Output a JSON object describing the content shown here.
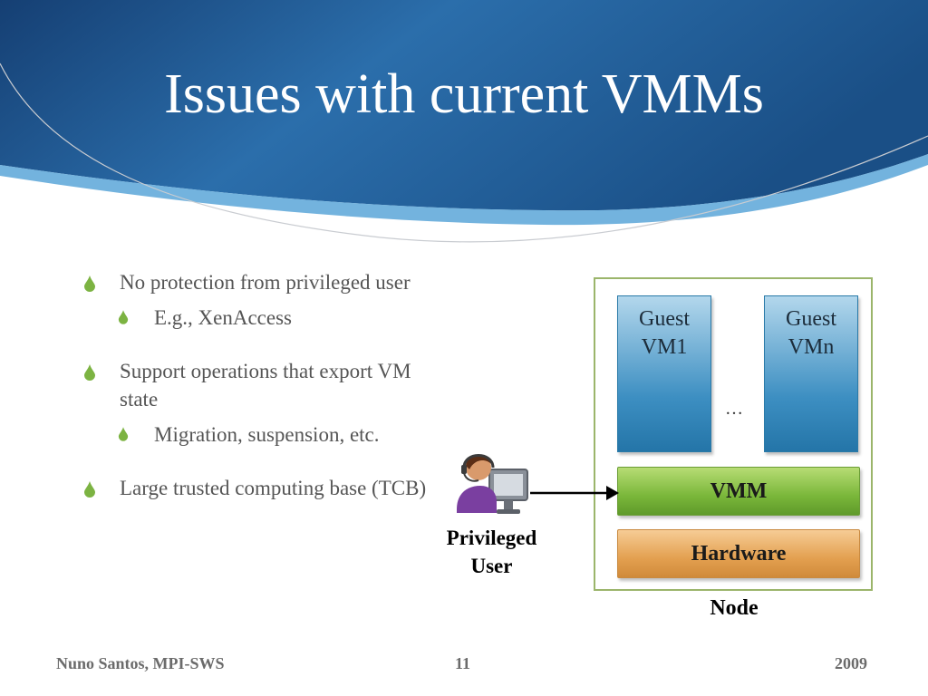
{
  "slide": {
    "title": "Issues with current VMMs",
    "bullets": [
      {
        "text": "No protection from privileged user",
        "sub": "E.g., XenAccess"
      },
      {
        "text": "Support operations that export VM state",
        "sub": "Migration, suspension, etc."
      },
      {
        "text": "Large trusted computing base (TCB)"
      }
    ]
  },
  "diagram": {
    "guest_vm1": "Guest VM1",
    "guest_vmn": "Guest VMn",
    "ellipsis": "…",
    "vmm": "VMM",
    "hardware": "Hardware",
    "node_label": "Node",
    "user_label": "Privileged User"
  },
  "footer": {
    "author": "Nuno Santos, MPI-SWS",
    "page": "11",
    "year": "2009"
  },
  "colors": {
    "banner_blue": "#1f5c9a",
    "vm_blue": "#3d8fc2",
    "vmm_green": "#7ab73a",
    "hardware_orange": "#e3a050",
    "bullet_green": "#7cb342"
  }
}
